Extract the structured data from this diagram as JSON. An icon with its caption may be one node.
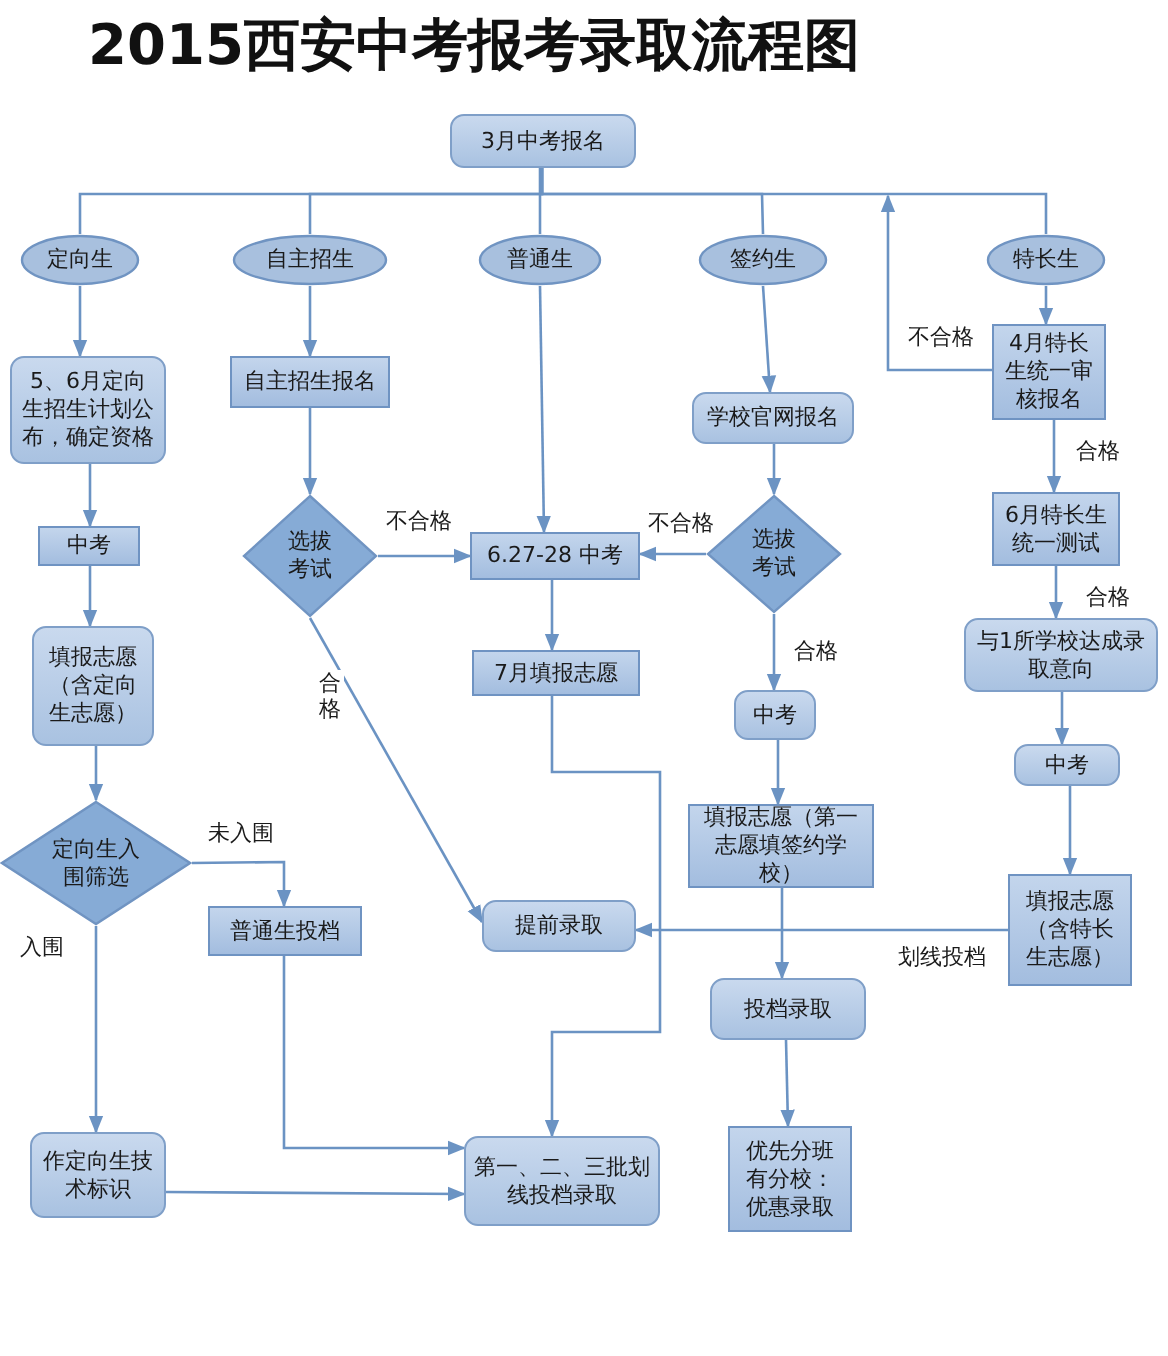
{
  "diagram": {
    "title": "2015西安中考报考录取流程图",
    "nodes": [
      {
        "text": [
          "3月中考报名"
        ]
      },
      {
        "text": [
          "定向生"
        ]
      },
      {
        "text": [
          "自主招生"
        ]
      },
      {
        "text": [
          "普通生"
        ]
      },
      {
        "text": [
          "签约生"
        ]
      },
      {
        "text": [
          "特长生"
        ]
      },
      {
        "text": [
          "5、6月定向生招生计划公布，确定资格"
        ]
      },
      {
        "text": [
          "自主招生报名"
        ]
      },
      {
        "text": [
          "中考"
        ]
      },
      {
        "text": [
          "选拔考试"
        ]
      },
      {
        "text": [
          "6.27-28 中考"
        ]
      },
      {
        "text": [
          "填报志愿（含定向生志愿）"
        ]
      },
      {
        "text": [
          "7月填报志愿"
        ]
      },
      {
        "text": [
          "4月特长生统一审核报名"
        ]
      },
      {
        "text": [
          "学校官网报名"
        ]
      },
      {
        "text": [
          "选拔考试"
        ]
      },
      {
        "text": [
          "6月特长生统一测试"
        ]
      },
      {
        "text": [
          "与1所学校达成录取意向"
        ]
      },
      {
        "text": [
          "中考"
        ]
      },
      {
        "text": [
          "中考"
        ]
      },
      {
        "text": [
          "定向生入围筛选"
        ]
      },
      {
        "text": [
          "普通生投档"
        ]
      },
      {
        "text": [
          "提前录取"
        ]
      },
      {
        "text": [
          "填报志愿（第一志愿填签约学校）"
        ]
      },
      {
        "text": [
          "填报志愿（含特长生志愿）"
        ]
      },
      {
        "text": [
          "投档录取"
        ]
      },
      {
        "text": [
          "作定向生技术标识"
        ]
      },
      {
        "text": [
          "第一、二、三批划线投档录取"
        ]
      },
      {
        "text": [
          "优先分班有分校：优惠录取"
        ]
      }
    ],
    "edges": [
      {
        "from": 0,
        "to": 1,
        "arrow": "none"
      },
      {
        "from": 0,
        "to": 2,
        "arrow": "none"
      },
      {
        "from": 0,
        "to": 3,
        "arrow": "none"
      },
      {
        "from": 0,
        "to": 4,
        "arrow": "none"
      },
      {
        "from": 0,
        "to": 5,
        "arrow": "none"
      },
      {
        "from": 1,
        "to": 6,
        "arrow": "to"
      },
      {
        "from": 2,
        "to": 7,
        "arrow": "to"
      },
      {
        "from": 3,
        "to": 10,
        "arrow": "to"
      },
      {
        "from": 4,
        "to": 14,
        "arrow": "to"
      },
      {
        "from": 5,
        "to": 13,
        "arrow": "to"
      },
      {
        "from": 6,
        "to": 8,
        "arrow": "to"
      },
      {
        "from": 8,
        "to": 11,
        "arrow": "to"
      },
      {
        "from": 7,
        "to": 9,
        "arrow": "to"
      },
      {
        "from": 9,
        "to": 10,
        "arrow": "to",
        "label": "不合格"
      },
      {
        "from": 9,
        "to": 22,
        "arrow": "to",
        "label": "合格"
      },
      {
        "from": 10,
        "to": 12,
        "arrow": "to"
      },
      {
        "from": 11,
        "to": 20,
        "arrow": "to"
      },
      {
        "from": 20,
        "to": 21,
        "arrow": "to",
        "label": "未入围"
      },
      {
        "from": 20,
        "to": 26,
        "arrow": "to",
        "label": "入围"
      },
      {
        "from": 14,
        "to": 15,
        "arrow": "to"
      },
      {
        "from": 15,
        "to": 10,
        "arrow": "to",
        "label": "不合格"
      },
      {
        "from": 15,
        "to": 18,
        "arrow": "to",
        "label": "合格"
      },
      {
        "from": 18,
        "to": 23,
        "arrow": "to"
      },
      {
        "from": 23,
        "to": 25,
        "arrow": "to"
      },
      {
        "from": 25,
        "to": 28,
        "arrow": "to"
      },
      {
        "from": 13,
        "to": 16,
        "arrow": "to",
        "label": "合格"
      },
      {
        "from": 16,
        "to": 17,
        "arrow": "to",
        "label": "合格"
      },
      {
        "from": 17,
        "to": 19,
        "arrow": "to"
      },
      {
        "from": 19,
        "to": 24,
        "arrow": "to"
      },
      {
        "from": 24,
        "to": 22,
        "arrow": "to",
        "label": "划线投档"
      },
      {
        "from": 13,
        "to": null,
        "arrow": "to",
        "label": "不合格"
      },
      {
        "from": 12,
        "to": 27,
        "arrow": "to"
      },
      {
        "from": 21,
        "to": 27,
        "arrow": "to"
      },
      {
        "from": 26,
        "to": 27,
        "arrow": "to"
      }
    ]
  }
}
